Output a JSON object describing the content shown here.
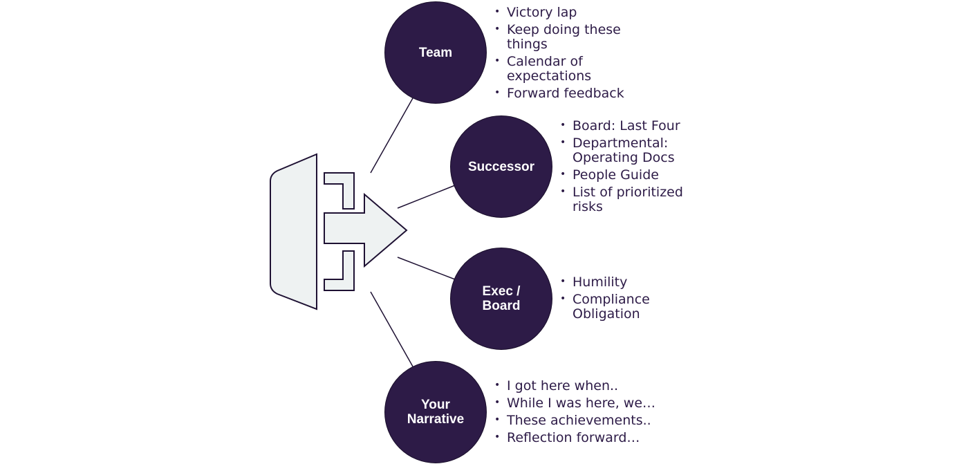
{
  "colors": {
    "node_fill": "#2d1b47",
    "node_text": "#ffffff",
    "list_text": "#2d1b47",
    "shape_fill": "#eef2f2",
    "shape_stroke": "#1e1133",
    "connector": "#1e1133"
  },
  "icons": {
    "source": "trapezoid-shape-icon",
    "arrow": "right-arrow-icon"
  },
  "nodes": {
    "team": {
      "label": "Team",
      "items": [
        "Victory lap",
        "Keep doing these things",
        "Calendar of expectations",
        "Forward feedback"
      ]
    },
    "successor": {
      "label": "Successor",
      "items": [
        "Board: Last Four",
        "Departmental: Operating Docs",
        "People Guide",
        "List of prioritized risks"
      ]
    },
    "exec_board": {
      "label": "Exec /\nBoard",
      "items": [
        "Humility",
        "Compliance Obligation"
      ]
    },
    "narrative": {
      "label": "Your\nNarrative",
      "items": [
        "I got here when..",
        "While I was here, we…",
        "These achievements..",
        "Reflection forward…"
      ]
    }
  }
}
